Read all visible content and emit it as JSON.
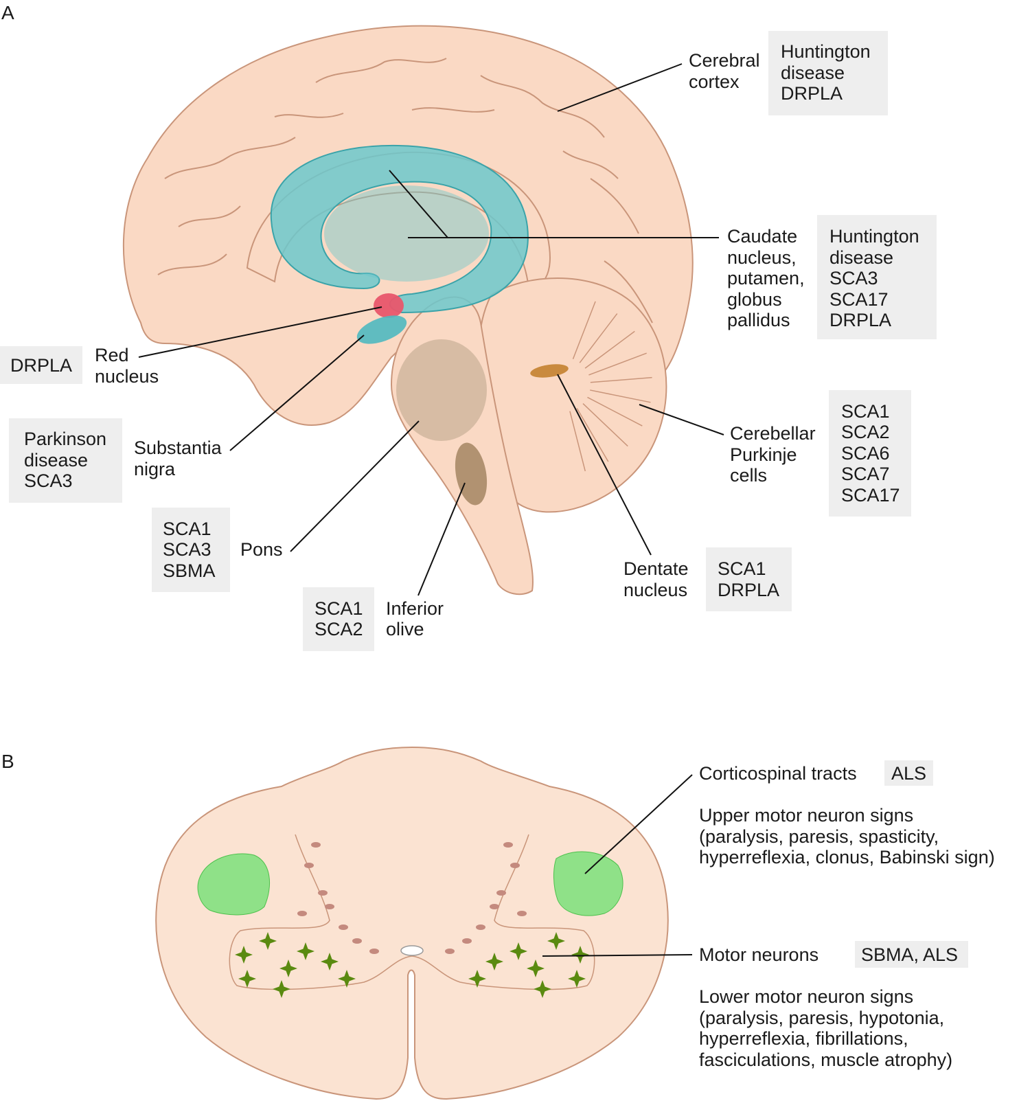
{
  "panels": {
    "a": "A",
    "b": "B"
  },
  "brain_labels": {
    "cerebral_cortex": [
      "Cerebral",
      "cortex"
    ],
    "basal_ganglia": [
      "Caudate",
      "nucleus,",
      "putamen,",
      "globus",
      "pallidus"
    ],
    "red_nucleus": [
      "Red",
      "nucleus"
    ],
    "substantia_nigra": [
      "Substantia",
      "nigra"
    ],
    "pons": [
      "Pons"
    ],
    "inferior_olive": [
      "Inferior",
      "olive"
    ],
    "purkinje": [
      "Cerebellar",
      "Purkinje",
      "cells"
    ],
    "dentate": [
      "Dentate",
      "nucleus"
    ]
  },
  "brain_diseases": {
    "cerebral_cortex": [
      "Huntington",
      "disease",
      "DRPLA"
    ],
    "basal_ganglia": [
      "Huntington",
      "disease",
      "SCA3",
      "SCA17",
      "DRPLA"
    ],
    "red_nucleus": [
      "DRPLA"
    ],
    "substantia_nigra": [
      "Parkinson",
      "disease",
      "SCA3"
    ],
    "pons": [
      "SCA1",
      "SCA3",
      "SBMA"
    ],
    "inferior_olive": [
      "SCA1",
      "SCA2"
    ],
    "purkinje": [
      "SCA1",
      "SCA2",
      "SCA6",
      "SCA7",
      "SCA17"
    ],
    "dentate": [
      "SCA1",
      "DRPLA"
    ]
  },
  "spinal": {
    "corticospinal_label": "Corticospinal tracts",
    "corticospinal_disease": "ALS",
    "upper_signs": [
      "Upper motor neuron signs",
      "(paralysis, paresis, spasticity,",
      "hyperreflexia, clonus, Babinski sign)"
    ],
    "motor_label": "Motor neurons",
    "motor_disease": "SBMA, ALS",
    "lower_signs": [
      "Lower motor neuron signs",
      "(paralysis, paresis, hypotonia,",
      "hyperreflexia, fibrillations,",
      "fasciculations, muscle atrophy)"
    ]
  },
  "colors": {
    "brain": "#fad9c4",
    "brain_line": "#c9957a",
    "basal_ganglia": "#6cc8cc",
    "red_nucleus": "#e8566c",
    "substantia_nigra": "#4fb8c0",
    "pons": "#cbb29a",
    "olive": "#a88a68",
    "dentate": "#c98a3e",
    "cord": "#fbe3d2",
    "tract": "#7be07b",
    "motor_neuron": "#5a8a10",
    "gray_matter_dots": "#c48a7e",
    "box": "#eeeeee"
  }
}
